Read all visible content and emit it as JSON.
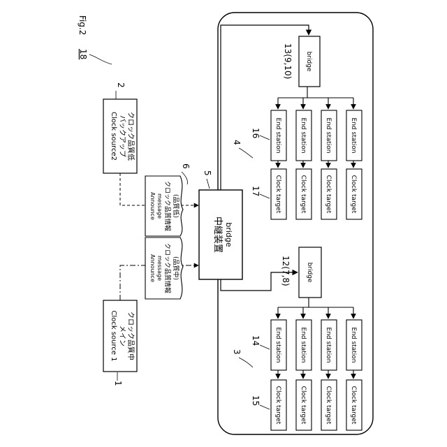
{
  "figure": {
    "label": "Fig.2",
    "ref_18": "18",
    "ref_1": "1",
    "ref_2": "2",
    "ref_3": "3",
    "ref_4": "4",
    "ref_5": "5",
    "ref_6": "6",
    "ref_12": "12(7,8)",
    "ref_13": "13(9,10)",
    "ref_14": "14",
    "ref_15": "15",
    "ref_16": "16",
    "ref_17": "17"
  },
  "clock_source_1": {
    "line1": "Clock source 1",
    "line2": "メイン",
    "line3": "クロック品質中"
  },
  "clock_source_2": {
    "line1": "Clock source2",
    "line2": "バックアップ",
    "line3": "クロック品質低"
  },
  "announce_1": {
    "line1": "Announce",
    "line2": "message",
    "line3": "クロック品質情報",
    "line4": "(品質中)"
  },
  "announce_2": {
    "line1": "Announce",
    "line2": "message",
    "line3": "クロック品質情報",
    "line4": "(品質低)"
  },
  "relay": {
    "line1": "中継装置",
    "line2": "bridge"
  },
  "bridge_label": "bridge",
  "end_station_label": "End station",
  "clock_target_label": "Clock target"
}
